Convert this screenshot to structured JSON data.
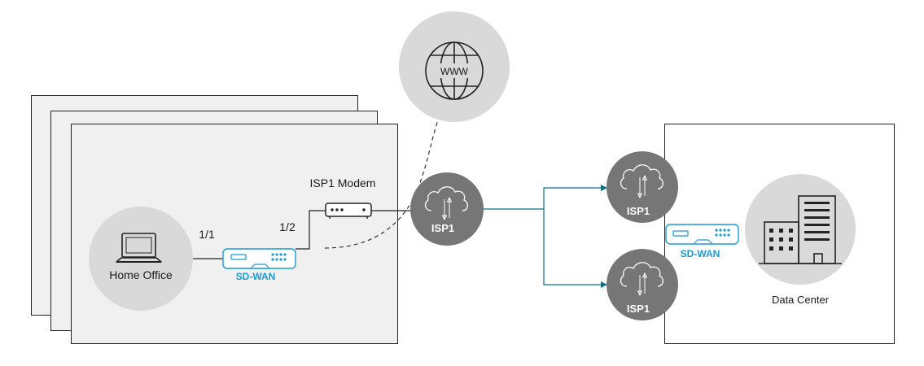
{
  "home_office": {
    "label": "Home Office"
  },
  "sdwan_home": {
    "label": "SD-WAN"
  },
  "sdwan_dc": {
    "label": "SD-WAN"
  },
  "port_left": {
    "label": "1/1"
  },
  "port_right": {
    "label": "1/2"
  },
  "modem": {
    "label": "ISP1 Modem"
  },
  "isp_center": {
    "label": "ISP1"
  },
  "isp_top": {
    "label": "ISP1"
  },
  "isp_bottom": {
    "label": "ISP1"
  },
  "internet": {
    "label": "WWW"
  },
  "data_center": {
    "label": "Data Center"
  },
  "colors": {
    "sdwan": "#1a9ad6",
    "link": "#0f6f86",
    "cloud": "#7a7a7a",
    "bubble": "#d9d9d9"
  },
  "icons": [
    "laptop-icon",
    "sdwan-appliance-icon",
    "modem-icon",
    "globe-icon",
    "cloud-icon",
    "building-icon"
  ]
}
